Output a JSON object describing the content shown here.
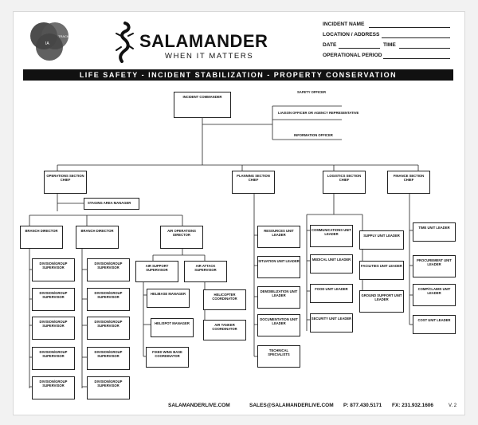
{
  "logo": {
    "brand": "SALAMANDER",
    "tagline": "WHEN IT MATTERS",
    "circle_labels": [
      "IA",
      "TRACK"
    ]
  },
  "form_fields": {
    "incident_name": "INCIDENT NAME",
    "location": "LOCATION / ADDRESS",
    "date": "DATE",
    "time": "TIME",
    "operational_period": "OPERATIONAL PERIOD"
  },
  "banner": "LIFE SAFETY - INCIDENT STABILIZATION - PROPERTY CONSERVATION",
  "command": {
    "incident_commander": "INCIDENT COMMANDER",
    "safety_officer": "SAFETY OFFICER",
    "liaison_officer": "LIAISON OFFICER OR AGENCY REPRESENTATIVE",
    "information_officer": "INFORMATION OFFICER"
  },
  "sections": {
    "operations": "OPERATIONS SECTION CHIEF",
    "planning": "PLANNING SECTION CHIEF",
    "logistics": "LOGISTICS SECTION CHIEF",
    "finance": "FINANCE SECTION CHIEF"
  },
  "operations": {
    "staging": "STAGING AREA MANAGER",
    "branch1": "BRANCH DIRECTOR",
    "branch2": "BRANCH DIRECTOR",
    "air_ops": "AIR OPERATIONS DIRECTOR",
    "division": "DIVISION/GROUP SUPERVISOR",
    "air_support": "AIR SUPPORT SUPERVISOR",
    "air_attack": "AIR ATTACK SUPERVISOR",
    "helibase": "HELIBASE MANAGER",
    "helispot": "HELISPOT MANAGER",
    "fixed_wing": "FIXED WING BASE COORDINATOR",
    "helicopter": "HELICOPTER COORDINATOR",
    "air_tanker": "AIR TANKER COORDINATOR"
  },
  "planning": {
    "resources": "RESOURCES UNIT LEADER",
    "situation": "SITUATION UNIT LEADER",
    "demob": "DEMOBILIZATION UNIT LEADER",
    "documentation": "DOCUMENTATION UNIT LEADER",
    "technical": "TECHNICAL SPECIALISTS"
  },
  "logistics": {
    "communications": "COMMUNICATIONS UNIT LEADER",
    "medical": "MEDICAL UNIT LEADER",
    "food": "FOOD UNIT LEADER",
    "security": "SECURITY UNIT LEADER",
    "supply": "SUPPLY UNIT LEADER",
    "facilities": "FACILITIES UNIT LEADER",
    "ground_support": "GROUND SUPPORT UNIT LEADER"
  },
  "finance": {
    "time": "TIME UNIT LEADER",
    "procurement": "PROCUREMENT UNIT LEADER",
    "comp_claims": "COMP/CLAIMS UNIT LEADER",
    "cost": "COST UNIT LEADER"
  },
  "footer": {
    "website": "SALAMANDERLIVE.COM",
    "email": "SALES@SALAMANDERLIVE.COM",
    "phone": "P: 877.430.5171",
    "fax": "FX: 231.932.1606",
    "version": "V. 2"
  }
}
